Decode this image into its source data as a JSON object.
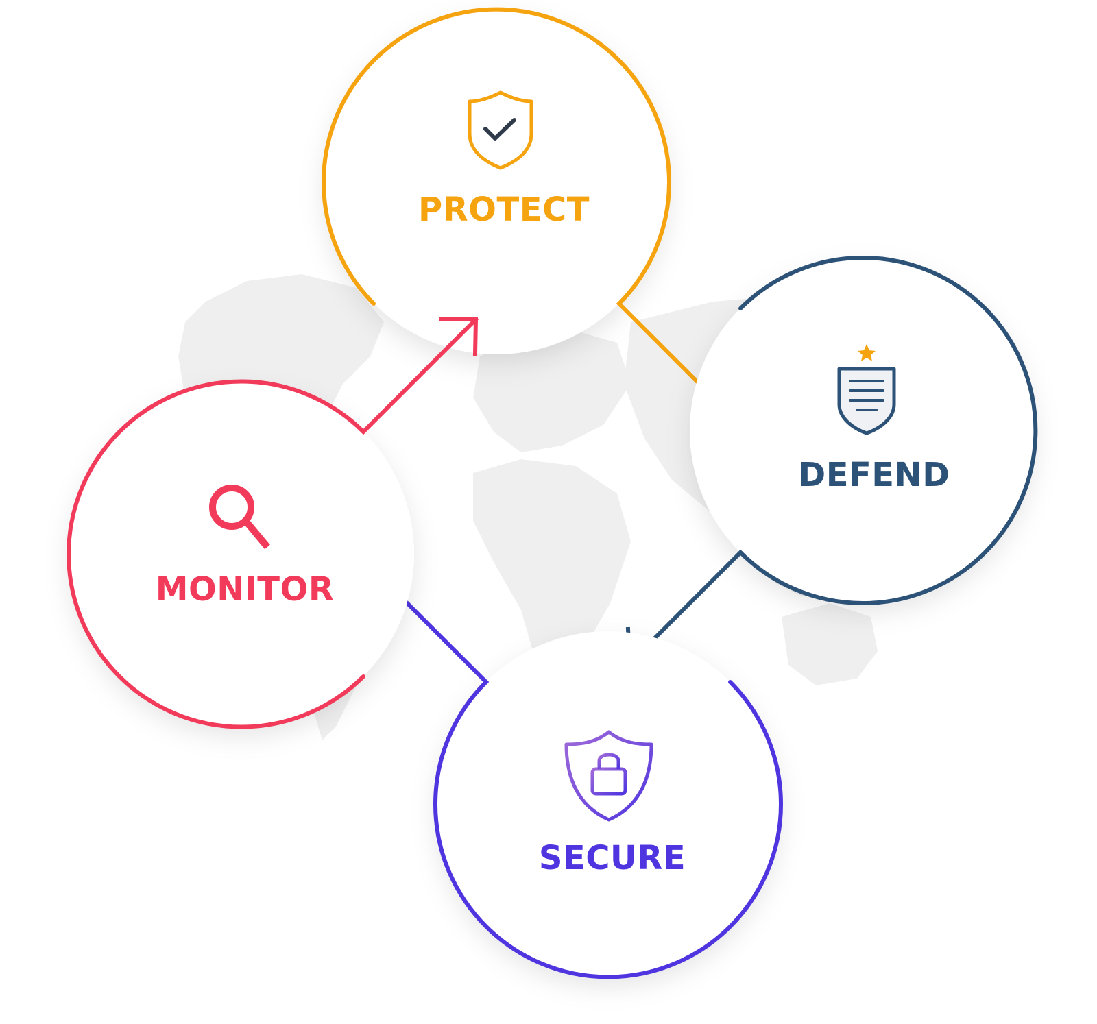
{
  "diagram": {
    "background": "#ffffff",
    "map_color": "#efefef",
    "nodes": [
      {
        "id": "protect",
        "label": "PROTECT",
        "color": "#f5a30f",
        "icon": "shield-check-icon"
      },
      {
        "id": "defend",
        "label": "DEFEND",
        "color": "#2d5278",
        "icon": "shield-document-icon"
      },
      {
        "id": "secure",
        "label": "SECURE",
        "color": "#4f35e0",
        "icon": "shield-lock-icon"
      },
      {
        "id": "monitor",
        "label": "MONITOR",
        "color": "#f23a5a",
        "icon": "magnifier-icon"
      }
    ],
    "flow": [
      {
        "from": "protect",
        "to": "defend"
      },
      {
        "from": "defend",
        "to": "secure"
      },
      {
        "from": "secure",
        "to": "monitor"
      },
      {
        "from": "monitor",
        "to": "protect"
      }
    ],
    "accent_star_color": "#f5a30f",
    "lock_gradient": [
      "#a06ad8",
      "#4f35e0"
    ]
  }
}
